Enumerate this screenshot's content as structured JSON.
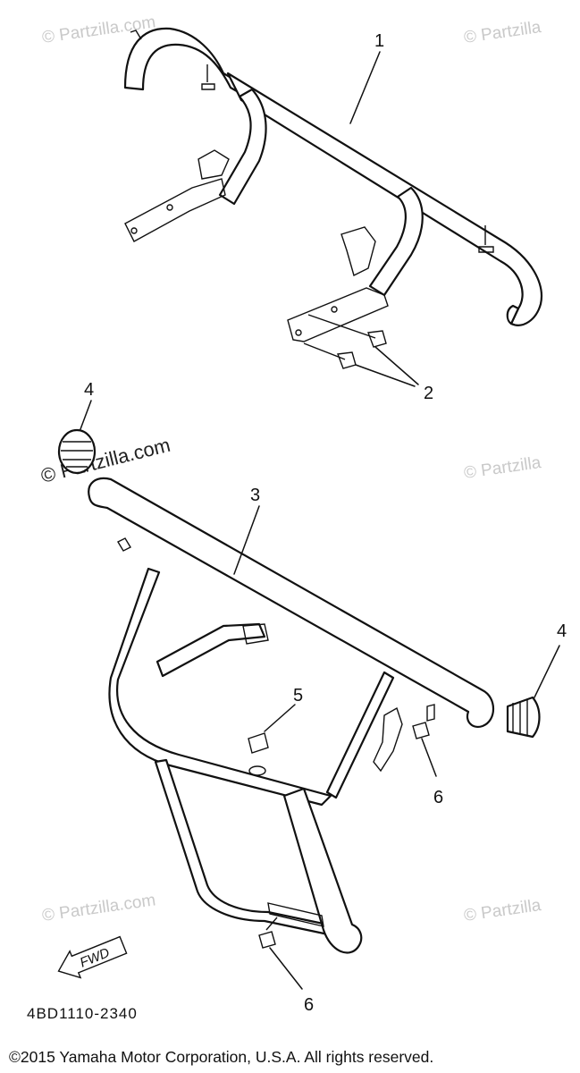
{
  "diagram": {
    "callouts": [
      "1",
      "2",
      "3",
      "4",
      "4",
      "5",
      "6",
      "6"
    ],
    "fwd_label": "FWD",
    "part_number": "4BD1110-2340",
    "watermark": "© Partzilla.com",
    "watermark_short": "© Partzilla",
    "watermark_feature": "© Partzilla.com"
  },
  "footer": {
    "copyright": "©2015 Yamaha Motor Corporation, U.S.A. All rights reserved."
  }
}
